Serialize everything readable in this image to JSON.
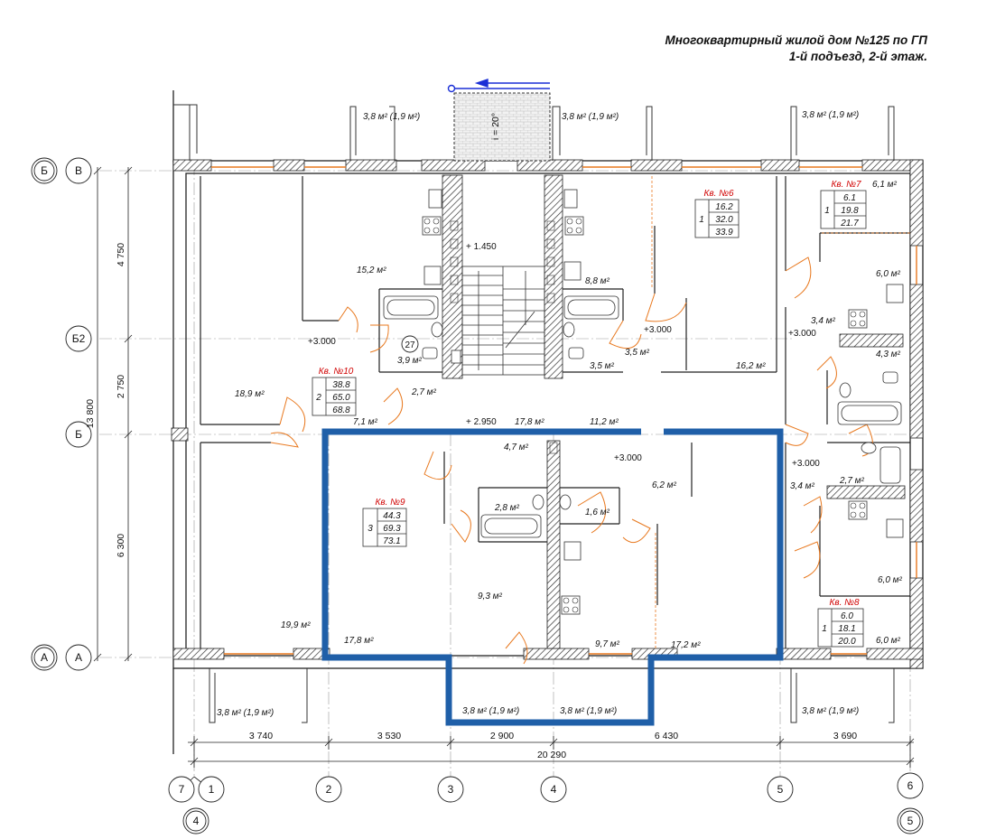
{
  "title": {
    "line1": "Многоквартирный жилой дом №125 по ГП",
    "line2": "1-й подъезд, 2-й этаж."
  },
  "axes": {
    "left": [
      "Б",
      "В",
      "Б2",
      "Б",
      "А",
      "А"
    ],
    "bottom": [
      "7",
      "1",
      "2",
      "3",
      "4",
      "5",
      "6"
    ],
    "bottom_extra": [
      "4",
      "5"
    ]
  },
  "dimensions": {
    "horizontal": [
      "3 740",
      "3 530",
      "2 900",
      "6 430",
      "3 690"
    ],
    "total_horizontal": "20 290",
    "vertical": [
      "4 750",
      "2 750",
      "6 300"
    ],
    "total_vertical": "13 800"
  },
  "levels": [
    "+ 1.450",
    "+3.000",
    "+3.000",
    "+3.000",
    "+ 2.950",
    "+3.000",
    "+3.000"
  ],
  "slope": "i = 20°",
  "room_areas": {
    "balcony_top_left": "3,8 м² (1,9 м²)",
    "balcony_top_mid": "3,8 м² (1,9 м²)",
    "balcony_top_right": "3,8 м² (1,9 м²)",
    "balcony_bottom_left": "3,8 м² (1,9 м²)",
    "balcony_bottom_mid1": "3,8 м² (1,9 м²)",
    "balcony_bottom_mid2": "3,8 м² (1,9 м²)",
    "balcony_bottom_right": "3,8 м² (1,9 м²)",
    "r152": "15,2 м²",
    "r189": "18,9 м²",
    "r39": "3,9 м²",
    "r27a": "2,7 м²",
    "r71": "7,1 м²",
    "r199": "19,9 м²",
    "r178a": "17,8 м²",
    "r178b": "17,8 м²",
    "r47": "4,7 м²",
    "r28": "2,8 м²",
    "r93": "9,3 м²",
    "r16": "1,6 м²",
    "r112": "11,2 м²",
    "r62": "6,2 м²",
    "r97": "9,7 м²",
    "r172": "17,2 м²",
    "r88": "8,8 м²",
    "r35a": "3,5 м²",
    "r35b": "3,5 м²",
    "r162": "16,2 м²",
    "r61": "6,1 м²",
    "r60a": "6,0 м²",
    "r34a": "3,4 м²",
    "r43": "4,3 м²",
    "r27b": "2,7 м²",
    "r34b": "3,4 м²",
    "r60b": "6,0 м²",
    "r60c": "6,0 м²"
  },
  "stair_number": "27",
  "apartments": [
    {
      "label": "Кв. №6",
      "rooms": "1",
      "areas": [
        "16.2",
        "32.0",
        "33.9"
      ]
    },
    {
      "label": "Кв. №7",
      "rooms": "1",
      "areas": [
        "6.1",
        "19.8",
        "21.7"
      ]
    },
    {
      "label": "Кв. №10",
      "rooms": "2",
      "areas": [
        "38.8",
        "65.0",
        "68.8"
      ]
    },
    {
      "label": "Кв. №9",
      "rooms": "3",
      "areas": [
        "44.3",
        "69.3",
        "73.1"
      ]
    },
    {
      "label": "Кв. №8",
      "rooms": "1",
      "areas": [
        "6.0",
        "18.1",
        "20.0"
      ]
    }
  ],
  "colors": {
    "highlight": "#1f5fa8",
    "wall": "#222222",
    "door": "#e8781e",
    "apartment_label": "#d00000",
    "arrow": "#1a2fd6"
  }
}
